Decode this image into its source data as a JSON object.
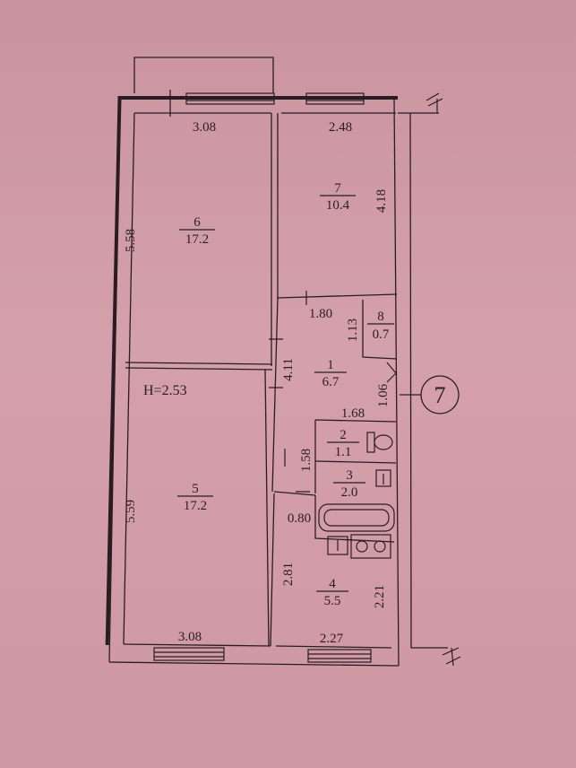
{
  "plan": {
    "height_label": "H=2.53",
    "section_number": "7",
    "rooms": [
      {
        "number": "6",
        "area": "17.2"
      },
      {
        "number": "7",
        "area": "10.4"
      },
      {
        "number": "8",
        "area": "0.7"
      },
      {
        "number": "1",
        "area": "6.7"
      },
      {
        "number": "2",
        "area": "1.1"
      },
      {
        "number": "3",
        "area": "2.0"
      },
      {
        "number": "5",
        "area": "17.2"
      },
      {
        "number": "4",
        "area": "5.5"
      }
    ],
    "dimensions": {
      "room6_width": "3.08",
      "room6_length": "5.58",
      "room7_width": "2.48",
      "room7_length": "4.18",
      "hall_width": "1.80",
      "room8_length": "1.13",
      "hall_length": "4.11",
      "hall_right": "1.06",
      "bath_width": "1.68",
      "wc_length": "1.58",
      "passage_width": "0.80",
      "room5_length": "5.59",
      "room5_width": "3.08",
      "kitchen_left": "2.81",
      "kitchen_right": "2.21",
      "kitchen_width": "2.27"
    }
  }
}
